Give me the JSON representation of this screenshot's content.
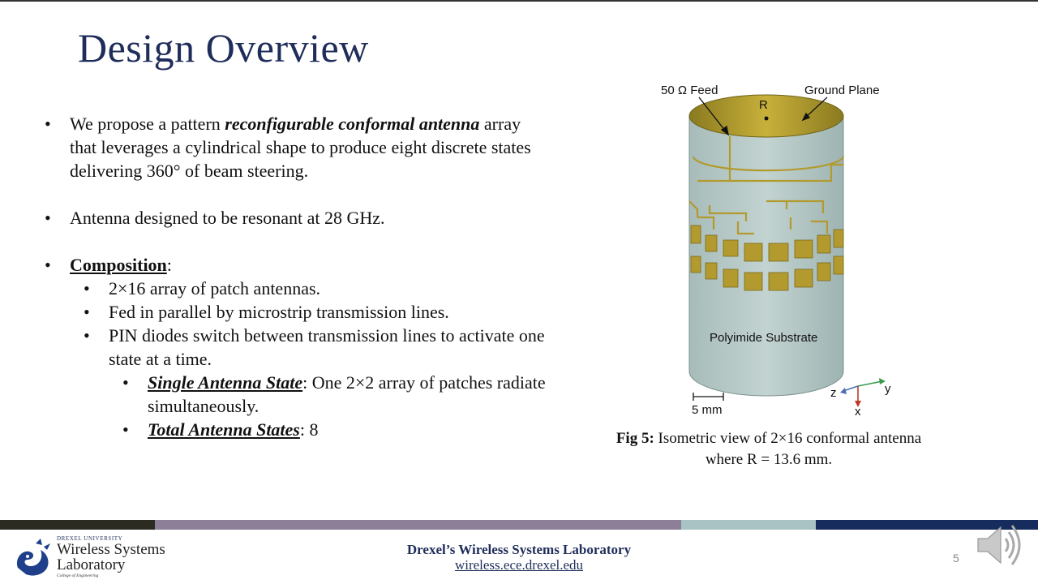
{
  "slide": {
    "title": "Design Overview",
    "page_number": "5"
  },
  "bullets": {
    "b1_pre": "We propose a pattern ",
    "b1_bold": "reconfigurable conformal antenna",
    "b1_post": " array that leverages a cylindrical shape to produce eight discrete states delivering 360° of beam steering.",
    "b2": "Antenna designed to be resonant at 28 GHz.",
    "b3_label": "Composition",
    "b3_colon": ":",
    "sub1": "2×16 array of patch antennas.",
    "sub2": "Fed in parallel by microstrip transmission lines.",
    "sub3": "PIN diodes switch between transmission lines to activate one state at a time.",
    "subsub1_label": "Single Antenna State",
    "subsub1_text": ": One 2×2 array of patches radiate simultaneously.",
    "subsub2_label": "Total Antenna States",
    "subsub2_text": ": 8",
    "bullet_char": "•"
  },
  "figure": {
    "feed_label": "50 Ω Feed",
    "ground_label": "Ground Plane",
    "r_label": "R",
    "substrate_label": "Polyimide Substrate",
    "scale_label": "5 mm",
    "axis_x": "x",
    "axis_y": "y",
    "axis_z": "z",
    "caption_bold": "Fig 5:",
    "caption_text": " Isometric view of 2×16 conformal antenna where R = 13.6 mm."
  },
  "footer": {
    "logo_top": "DREXEL UNIVERSITY",
    "logo_line1": "Wireless Systems",
    "logo_line2": "Laboratory",
    "logo_sub": "College of Engineering",
    "lab_name": "Drexel’s Wireless Systems Laboratory",
    "lab_url": "wireless.ece.drexel.edu"
  },
  "colors": {
    "title": "#1f2d5a",
    "cylinder": "#b3c6c4",
    "copper": "#b29a2e",
    "stripe_dark": "#2b2b22",
    "stripe_purple": "#8e7f99",
    "stripe_teal": "#a9c2c4",
    "stripe_navy": "#162c5c"
  },
  "icons": {
    "audio": "speaker-icon",
    "logo": "dragon-logo-icon"
  }
}
